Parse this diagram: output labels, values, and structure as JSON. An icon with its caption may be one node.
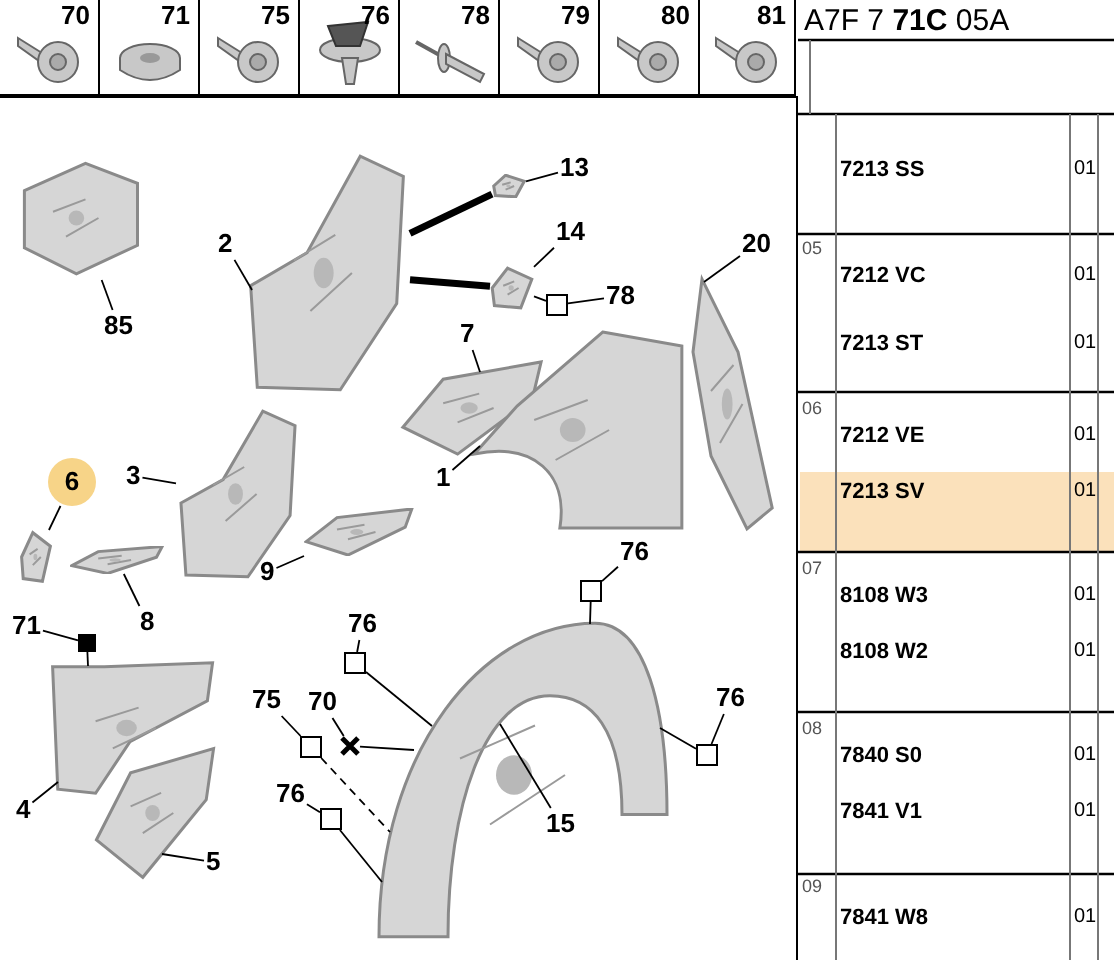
{
  "diagram": {
    "nodes": [
      {
        "text": [
          "70"
        ]
      },
      {
        "text": [
          "71"
        ]
      },
      {
        "text": [
          "75"
        ]
      },
      {
        "text": [
          "76"
        ]
      },
      {
        "text": [
          "78"
        ]
      },
      {
        "text": [
          "79"
        ]
      },
      {
        "text": [
          "80"
        ]
      },
      {
        "text": [
          "81"
        ]
      },
      {
        "text": [],
        "shape": "picture"
      },
      {
        "text": [
          "85"
        ]
      },
      {
        "text": [],
        "shape": "picture"
      },
      {
        "text": [
          "2"
        ]
      },
      {
        "text": [],
        "shape": "picture"
      },
      {
        "text": [
          "13"
        ]
      },
      {
        "text": [],
        "shape": "picture"
      },
      {
        "text": [
          "14"
        ]
      },
      {
        "text": [],
        "shape": "box"
      },
      {
        "text": [
          "78"
        ]
      },
      {
        "text": [],
        "shape": "picture"
      },
      {
        "text": [
          "20"
        ]
      },
      {
        "text": [],
        "shape": "picture"
      },
      {
        "text": [
          "7"
        ]
      },
      {
        "text": [],
        "shape": "picture"
      },
      {
        "text": [
          "1"
        ]
      },
      {
        "text": [],
        "shape": "picture"
      },
      {
        "text": [
          "6"
        ]
      },
      {
        "text": [],
        "shape": "picture"
      },
      {
        "text": [
          "3"
        ]
      },
      {
        "text": [],
        "shape": "picture"
      },
      {
        "text": [
          "8"
        ]
      },
      {
        "text": [],
        "shape": "picture"
      },
      {
        "text": [
          "9"
        ]
      },
      {
        "text": [],
        "shape": "box"
      },
      {
        "text": [
          "71"
        ]
      },
      {
        "text": [],
        "shape": "picture"
      },
      {
        "text": [
          "4"
        ]
      },
      {
        "text": [],
        "shape": "picture"
      },
      {
        "text": [
          "5"
        ]
      },
      {
        "text": [],
        "shape": "picture"
      },
      {
        "text": [
          "15"
        ]
      },
      {
        "text": [],
        "shape": "box"
      },
      {
        "text": [
          "76"
        ]
      },
      {
        "text": [],
        "shape": "box"
      },
      {
        "text": [
          "76"
        ]
      },
      {
        "text": [],
        "shape": "box"
      },
      {
        "text": [
          "76"
        ]
      },
      {
        "text": [],
        "shape": "box"
      },
      {
        "text": [
          "75"
        ]
      },
      {
        "text": [],
        "shape": "cross"
      },
      {
        "text": [
          "70"
        ]
      },
      {
        "text": [],
        "shape": "box"
      },
      {
        "text": [
          "76"
        ]
      }
    ],
    "edges": [
      {
        "from": 9,
        "to": 8,
        "arrow": "none"
      },
      {
        "from": 11,
        "to": 10,
        "arrow": "none"
      },
      {
        "from": 13,
        "to": 12,
        "arrow": "none"
      },
      {
        "from": 15,
        "to": 14,
        "arrow": "none"
      },
      {
        "from": 17,
        "to": 16,
        "arrow": "none"
      },
      {
        "from": 16,
        "to": 14,
        "arrow": "none"
      },
      {
        "from": 19,
        "to": 18,
        "arrow": "none"
      },
      {
        "from": 21,
        "to": 20,
        "arrow": "none"
      },
      {
        "from": 23,
        "to": 22,
        "arrow": "none"
      },
      {
        "from": 25,
        "to": 24,
        "arrow": "none"
      },
      {
        "from": 27,
        "to": 26,
        "arrow": "none"
      },
      {
        "from": 29,
        "to": 28,
        "arrow": "none"
      },
      {
        "from": 31,
        "to": 30,
        "arrow": "none"
      },
      {
        "from": 33,
        "to": 32,
        "arrow": "none"
      },
      {
        "from": 32,
        "to": 34,
        "arrow": "none"
      },
      {
        "from": 35,
        "to": 34,
        "arrow": "none"
      },
      {
        "from": 37,
        "to": 36,
        "arrow": "none"
      },
      {
        "from": 39,
        "to": 38,
        "arrow": "none"
      },
      {
        "from": 41,
        "to": 40,
        "arrow": "none"
      },
      {
        "from": 40,
        "to": 38,
        "arrow": "none"
      },
      {
        "from": 43,
        "to": 42,
        "arrow": "none"
      },
      {
        "from": 42,
        "to": 38,
        "arrow": "none"
      },
      {
        "from": 45,
        "to": 44,
        "arrow": "none"
      },
      {
        "from": 44,
        "to": 38,
        "arrow": "none"
      },
      {
        "from": 47,
        "to": 46,
        "arrow": "none"
      },
      {
        "from": 46,
        "to": 38,
        "arrow": "none",
        "style": "dashed"
      },
      {
        "from": 49,
        "to": 48,
        "arrow": "none"
      },
      {
        "from": 48,
        "to": 38,
        "arrow": "none"
      },
      {
        "from": 51,
        "to": 50,
        "arrow": "none"
      },
      {
        "from": 50,
        "to": 38,
        "arrow": "none"
      },
      {
        "from": 10,
        "to": 12,
        "arrow": "none",
        "style": "thick"
      },
      {
        "from": 10,
        "to": 14,
        "arrow": "none",
        "style": "thick"
      }
    ],
    "labels": [
      "A7F 7 **71C** 05A",
      "7213 SS",
      "01",
      "05",
      "7212 VC",
      "01",
      "7213 ST",
      "01",
      "06",
      "7212 VE",
      "01",
      "7213 SV",
      "01",
      "07",
      "8108 W3",
      "01",
      "8108 W2",
      "01",
      "08",
      "7840 S0",
      "01",
      "7841 V1",
      "01",
      "09",
      "7841 W8",
      "01"
    ]
  }
}
